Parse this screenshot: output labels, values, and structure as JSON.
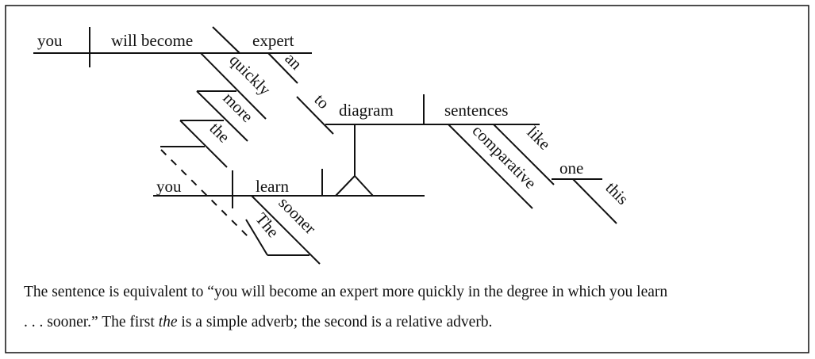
{
  "diagram": {
    "main_clause": {
      "subject": "you",
      "verb": "will become",
      "complement": "expert",
      "complement_modifier": "an",
      "verb_modifier": "quickly",
      "modifier_of_quickly": "more",
      "modifier_of_more": "the"
    },
    "infinitive": {
      "marker": "to",
      "verb": "diagram",
      "object": "sentences",
      "object_modifier_1": "comparative",
      "object_modifier_2": "like",
      "like_object": "one",
      "one_modifier": "this"
    },
    "subordinate_clause": {
      "subject": "you",
      "verb": "learn",
      "verb_modifier": "sooner",
      "modifier_of_sooner": "The"
    }
  },
  "caption": {
    "line1": "The sentence is equivalent to “you will become an expert more quickly in the degree in which you learn",
    "line2_a": ". . . sooner.” The first ",
    "line2_em": "the",
    "line2_b": " is a simple adverb; the second is a relative adverb."
  }
}
